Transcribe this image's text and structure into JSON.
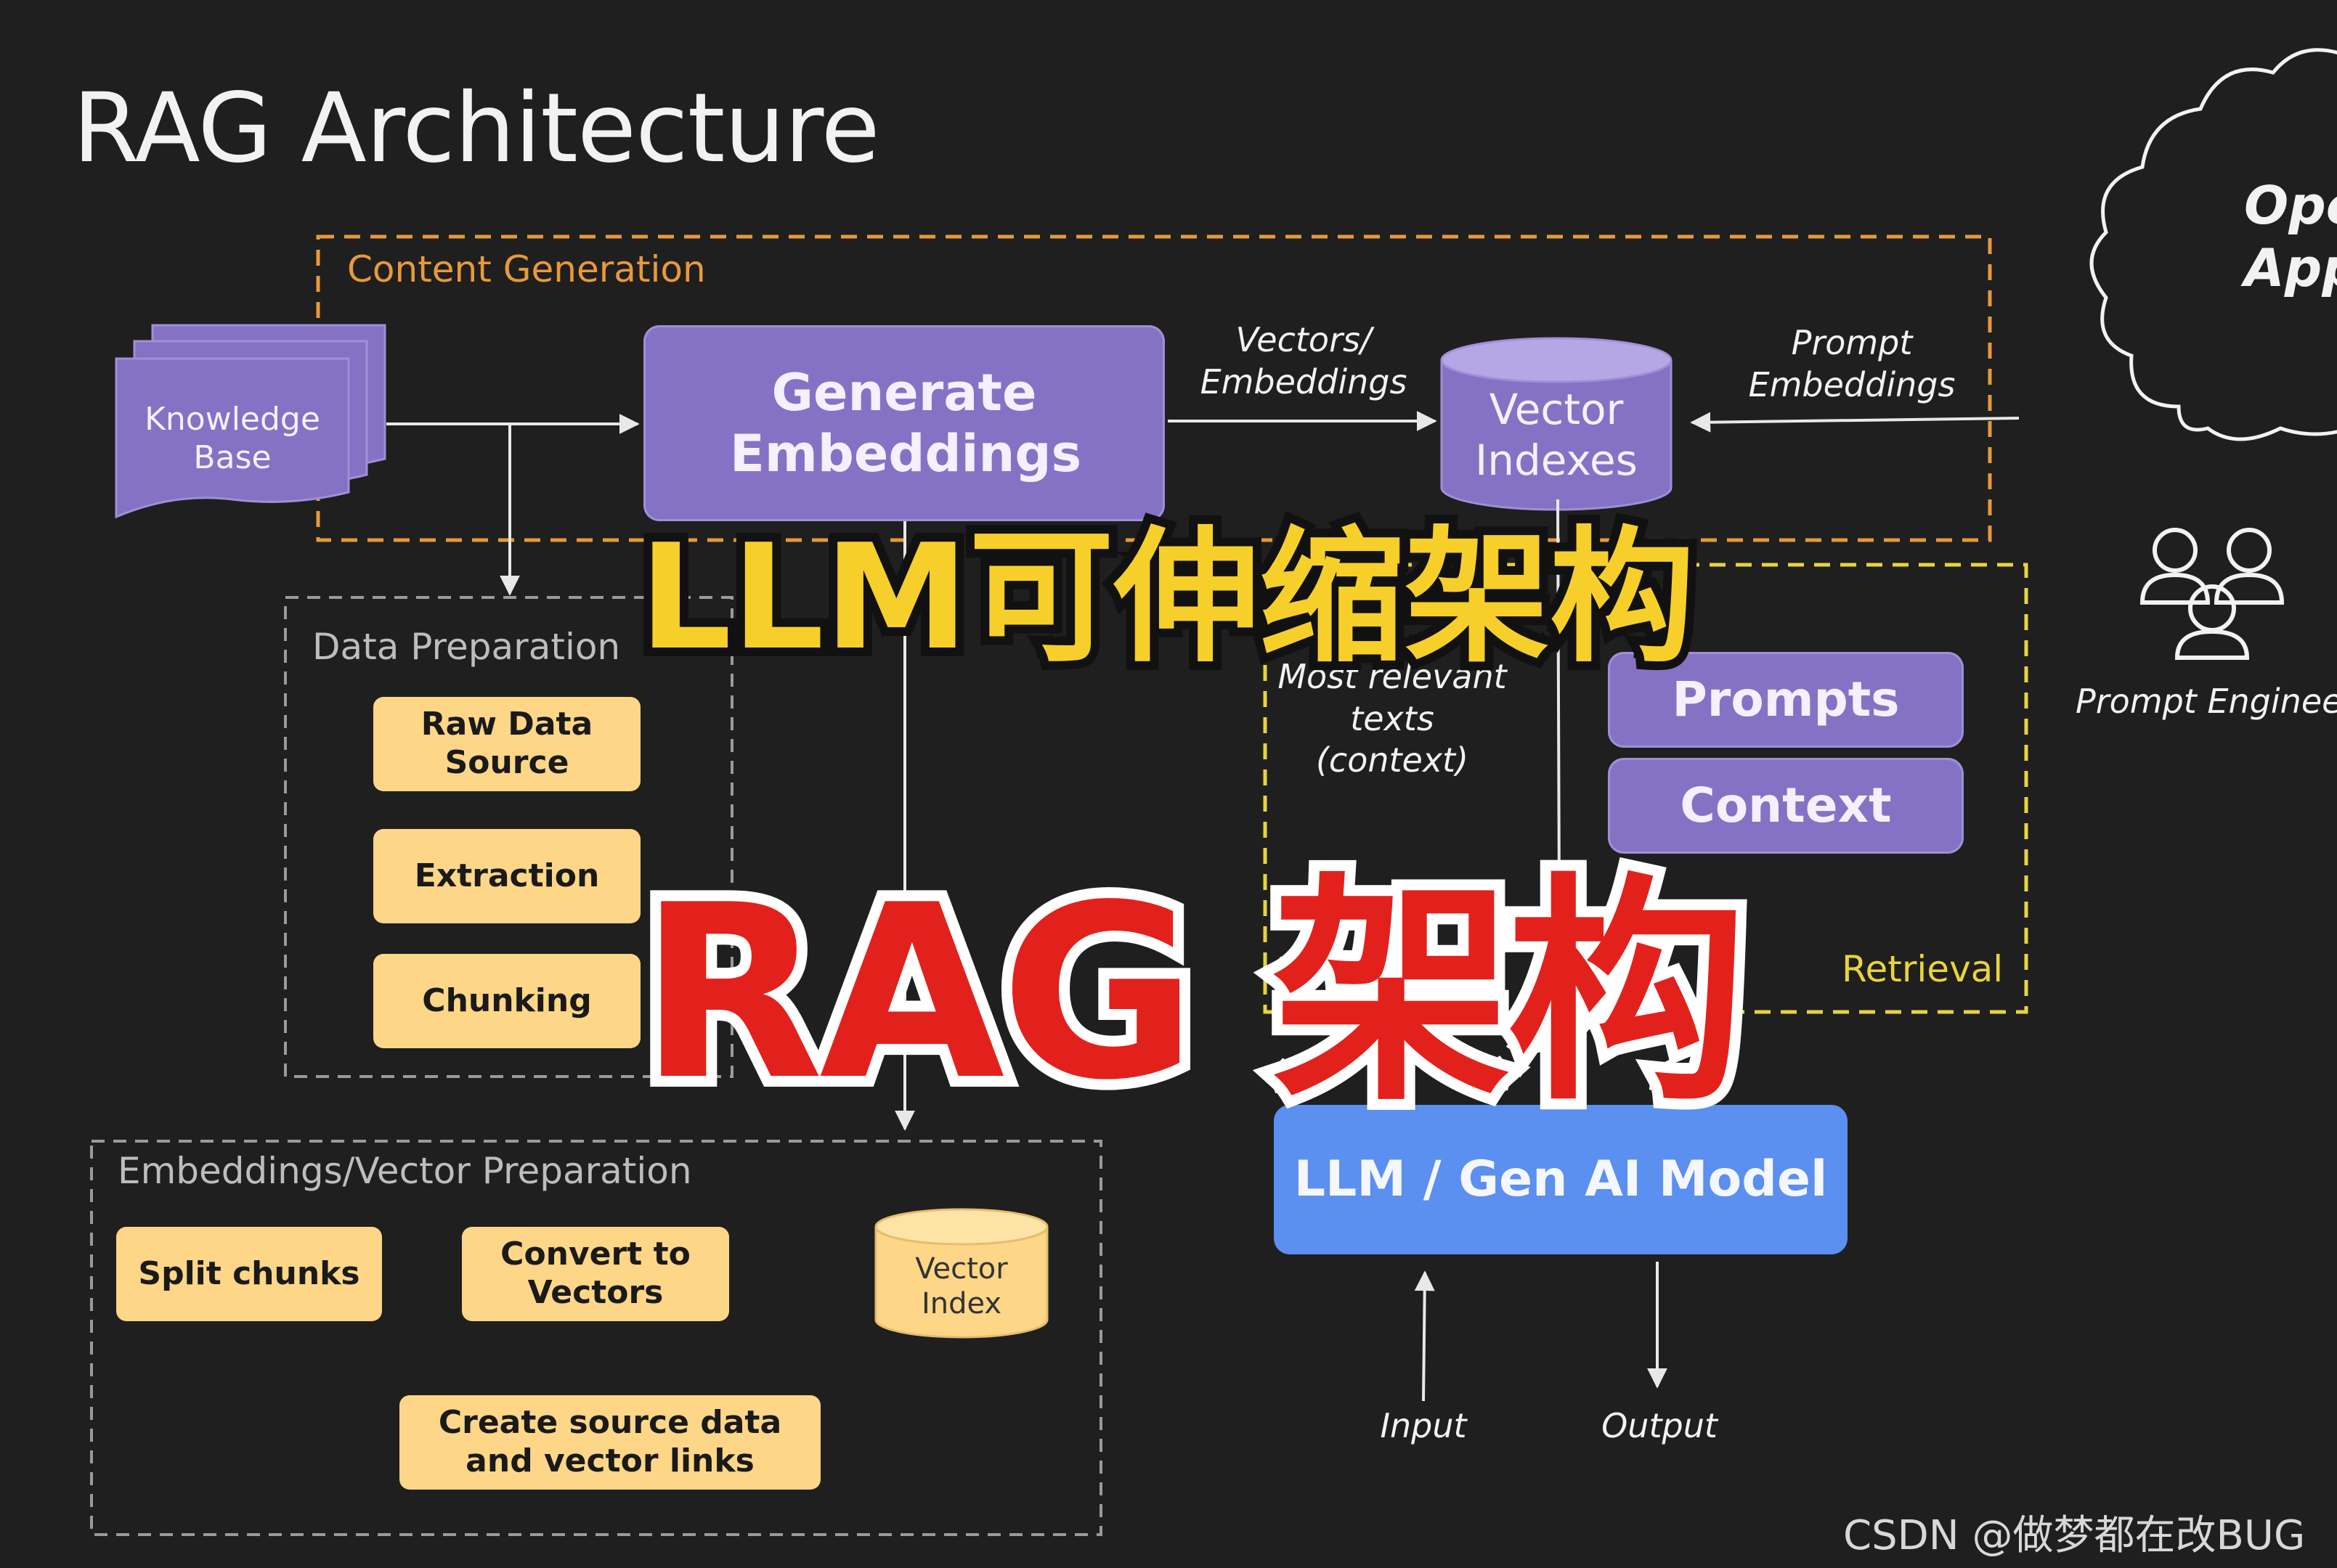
{
  "title": "RAG Architecture",
  "regions": {
    "content_generation": "Content Generation",
    "data_preparation": "Data Preparation",
    "embeddings_preparation": "Embeddings/Vector Preparation",
    "retrieval": "Retrieval"
  },
  "nodes": {
    "knowledge_base": "Knowledge Base",
    "generate_embeddings": "Generate Embeddings",
    "vector_indexes": "Vector Indexes",
    "raw_data_source": "Raw Data Source",
    "extraction": "Extraction",
    "chunking": "Chunking",
    "split_chunks": "Split chunks",
    "convert_to_vectors": "Convert to Vectors",
    "vector_index": "Vector Index",
    "create_links": "Create source data and vector links",
    "prompts": "Prompts",
    "context": "Context",
    "llm": "LLM / Gen AI Model",
    "open_app": "Ope App",
    "prompt_engineer": "Prompt Engineer"
  },
  "edge_labels": {
    "vectors_embeddings": "Vectors/ Embeddings",
    "prompt_embeddings": "Prompt Embeddings",
    "most_relevant": "Most relevant texts (context)",
    "input": "Input",
    "output": "Output"
  },
  "overlay": {
    "headline_cn": "LLM可伸缩架构",
    "big_cn": "RAG 架构"
  },
  "watermark": "CSDN @做梦都在改BUG",
  "colors": {
    "background": "#1f1f1f",
    "purple": "#8672c4",
    "yellow": "#fdd688",
    "blue": "#5b8ff0",
    "orange_dash": "#e79a3a",
    "yellow_dash": "#e8d43c",
    "gray_dash": "#9a9a9a"
  }
}
